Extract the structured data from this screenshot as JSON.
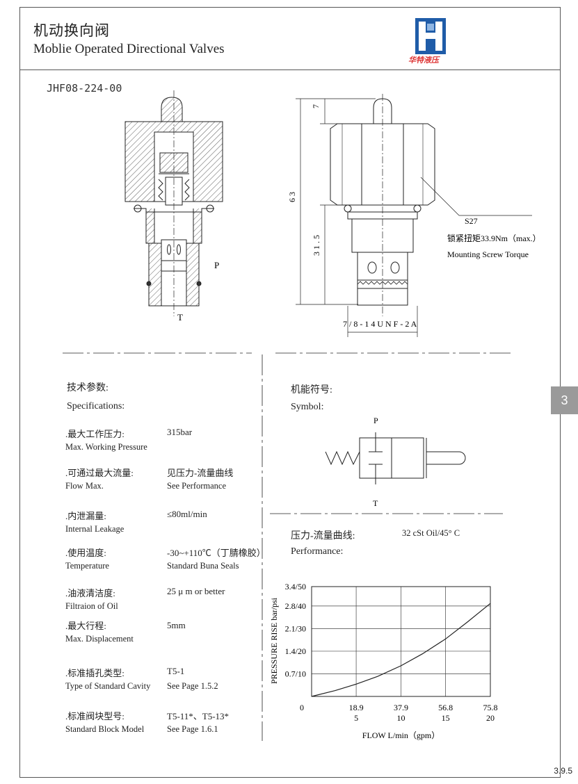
{
  "header": {
    "title_cn": "机动换向阀",
    "title_en": "Moblie Operated Directional Valves",
    "logo_text": "华特液压"
  },
  "model_number": "JHF08-224-00",
  "drawing": {
    "port_p": "P",
    "port_t": "T",
    "dim_top": "7",
    "dim_total": "6 3",
    "dim_body": "3 1 . 5",
    "hex_size": "S27",
    "torque_cn": "锁紧扭矩33.9Nm（max.）",
    "torque_en": "Mounting Screw Torque",
    "thread": "7 / 8 - 1 4 U N F - 2 A"
  },
  "specs": {
    "heading_cn": "技术参数:",
    "heading_en": "Specifications:",
    "rows": [
      {
        "label_cn": ".最大工作压力:",
        "label_en": "Max. Working Pressure",
        "value_1": "315bar",
        "value_2": ""
      },
      {
        "label_cn": ".可通过最大流量:",
        "label_en": "Flow Max.",
        "value_1": "见压力-流量曲线",
        "value_2": "See Performance"
      },
      {
        "label_cn": ".内泄漏量:",
        "label_en": "Internal Leakage",
        "value_1": "≤80ml/min",
        "value_2": ""
      },
      {
        "label_cn": " .使用温度:",
        "label_en": " Temperature",
        "value_1": "-30~+110℃（丁腈橡胶）",
        "value_2": "Standard Buna Seals"
      },
      {
        "label_cn": ".油液清洁度:",
        "label_en": "Filtraion of Oil",
        "value_1": "25 μ m or better",
        "value_2": ""
      },
      {
        "label_cn": ".最大行程:",
        "label_en": "Max. Displacement",
        "value_1": "5mm",
        "value_2": ""
      },
      {
        "label_cn": ".标准插孔类型:",
        "label_en": "Type of Standard  Cavity",
        "value_1": "T5-1",
        "value_2": "See Page 1.5.2"
      },
      {
        "label_cn": ".标准阀块型号:",
        "label_en": "Standard Block Model",
        "value_1": "T5-11*、T5-13*",
        "value_2": "See Page 1.6.1"
      }
    ]
  },
  "symbol": {
    "heading_cn": "机能符号:",
    "heading_en": "Symbol:",
    "port_p": "P",
    "port_t": "T"
  },
  "performance": {
    "heading_cn": "压力-流量曲线:",
    "heading_en": "Performance:",
    "condition": "32 cSt Oil/45° C"
  },
  "chart_data": {
    "type": "line",
    "xlabel": "FLOW L/min（gpm）",
    "ylabel": "PRESSURE RISE  bar/psi",
    "x_ticks": [
      {
        "lmin": "0",
        "gpm": ""
      },
      {
        "lmin": "18.9",
        "gpm": "5"
      },
      {
        "lmin": "37.9",
        "gpm": "10"
      },
      {
        "lmin": "56.8",
        "gpm": "15"
      },
      {
        "lmin": "75.8",
        "gpm": "20"
      }
    ],
    "y_ticks": [
      "0.7/10",
      "1.4/20",
      "2.1/30",
      "2.8/40",
      "3.4/50"
    ],
    "xlim": [
      0,
      75.8
    ],
    "ylim_bar": [
      0,
      3.4
    ],
    "grid": true,
    "series": [
      {
        "x": [
          0,
          10,
          18.9,
          28,
          37.9,
          47,
          56.8,
          66,
          75.8
        ],
        "y": [
          0,
          0.18,
          0.38,
          0.62,
          0.95,
          1.32,
          1.78,
          2.3,
          2.88
        ]
      }
    ]
  },
  "footer": {
    "tab_label": "3",
    "page_number": "3.9.5"
  }
}
